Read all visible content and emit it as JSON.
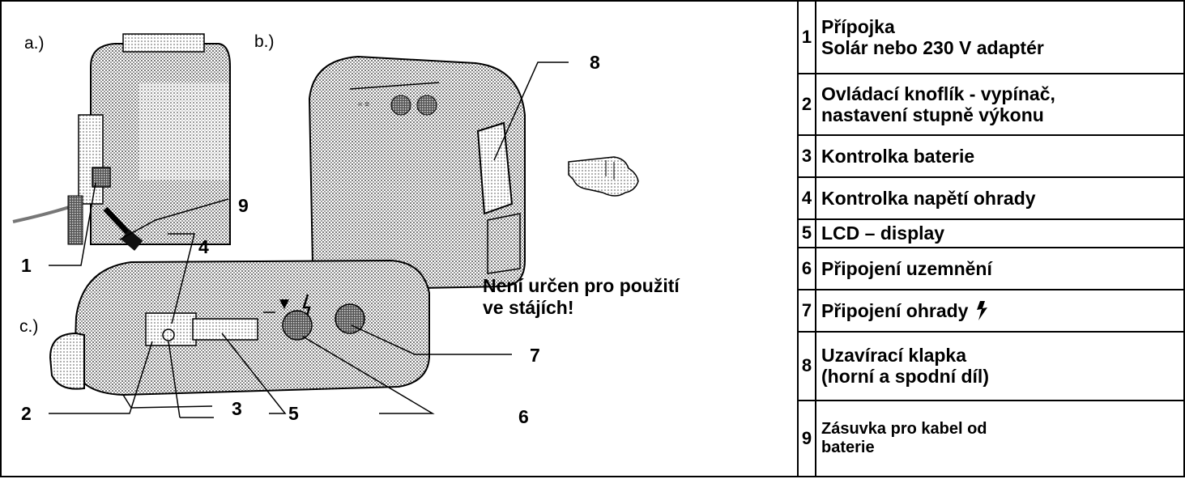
{
  "figure": {
    "views": {
      "a": "a.)",
      "b": "b.)",
      "c": "c.)"
    },
    "callouts": [
      "1",
      "2",
      "3",
      "4",
      "5",
      "6",
      "7",
      "8",
      "9"
    ],
    "warning": [
      "Není určen pro použití",
      "ve stájích!"
    ]
  },
  "legend": [
    {
      "num": "1",
      "lines": [
        "Přípojka",
        "Solár nebo 230 V adaptér"
      ]
    },
    {
      "num": "2",
      "lines": [
        "Ovládací knoflík - vypínač,",
        "nastavení stupně výkonu"
      ]
    },
    {
      "num": "3",
      "lines": [
        "Kontrolka baterie"
      ]
    },
    {
      "num": "4",
      "lines": [
        "Kontrolka napětí ohrady"
      ]
    },
    {
      "num": "5",
      "lines": [
        "LCD – display"
      ]
    },
    {
      "num": "6",
      "lines": [
        "Připojení uzemnění"
      ]
    },
    {
      "num": "7",
      "lines": [
        "Připojení ohrady"
      ],
      "icon": "lightning-icon"
    },
    {
      "num": "8",
      "lines": [
        "Uzavírací klapka",
        "(horní a spodní díl)"
      ]
    },
    {
      "num": "9",
      "lines": [
        "Zásuvka pro kabel od",
        "baterie"
      ]
    }
  ]
}
